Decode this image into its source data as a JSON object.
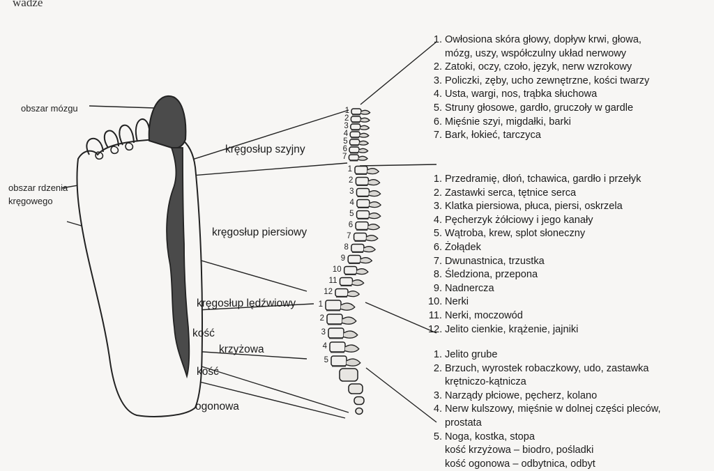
{
  "top_fragment": "wadze",
  "foot_labels": {
    "brain_area": "obszar mózgu",
    "spinal_cord_area_line1": "obszar rdzenia",
    "spinal_cord_area_line2": "kręgowego",
    "cervical_spine": "kręgosłup szyjny",
    "thoracic_spine": "kręgosłup piersiowy",
    "lumbar_spine": "kręgosłup lędźwiowy",
    "sacrum_line1": "kość",
    "sacrum_line2": "krzyżowa",
    "coccyx_line1": "kość",
    "coccyx_line2": "ogonowa"
  },
  "vertebra_numbers": {
    "cervical": [
      "1",
      "2",
      "3",
      "4",
      "5",
      "6",
      "7"
    ],
    "thoracic": [
      "1",
      "2",
      "3",
      "4",
      "5",
      "6",
      "7",
      "8",
      "9",
      "10",
      "11",
      "12"
    ],
    "lumbar": [
      "1",
      "2",
      "3",
      "4",
      "5"
    ]
  },
  "cervical_list": [
    {
      "num": "1.",
      "text": "Owłosiona skóra głowy, dopływ krwi, głowa,"
    },
    {
      "num": "",
      "text": "mózg, uszy, współczulny układ nerwowy"
    },
    {
      "num": "2.",
      "text": "Zatoki, oczy, czoło, język, nerw wzrokowy"
    },
    {
      "num": "3.",
      "text": "Policzki, zęby, ucho zewnętrzne, kości twarzy"
    },
    {
      "num": "4.",
      "text": "Usta, wargi, nos, trąbka słuchowa"
    },
    {
      "num": "5.",
      "text": "Struny głosowe, gardło, gruczoły w gardle"
    },
    {
      "num": "6.",
      "text": "Mięśnie szyi, migdałki, barki"
    },
    {
      "num": "7.",
      "text": "Bark, łokieć, tarczyca"
    }
  ],
  "thoracic_list": [
    {
      "num": "1.",
      "text": "Przedramię, dłoń, tchawica, gardło i przełyk"
    },
    {
      "num": "2.",
      "text": "Zastawki serca, tętnice serca"
    },
    {
      "num": "3.",
      "text": "Klatka piersiowa, płuca, piersi, oskrzela"
    },
    {
      "num": "4.",
      "text": "Pęcherzyk żółciowy i jego kanały"
    },
    {
      "num": "5.",
      "text": "Wątroba, krew, splot słoneczny"
    },
    {
      "num": "6.",
      "text": "Żołądek"
    },
    {
      "num": "7.",
      "text": "Dwunastnica, trzustka"
    },
    {
      "num": "8.",
      "text": "Śledziona, przepona"
    },
    {
      "num": "9.",
      "text": "Nadnercza"
    },
    {
      "num": "10.",
      "text": "Nerki"
    },
    {
      "num": "11.",
      "text": "Nerki, moczowód"
    },
    {
      "num": "12.",
      "text": "Jelito cienkie, krążenie, jajniki"
    }
  ],
  "lumbar_list": [
    {
      "num": "1.",
      "text": "Jelito grube"
    },
    {
      "num": "2.",
      "text": "Brzuch, wyrostek robaczkowy, udo, zastawka"
    },
    {
      "num": "",
      "text": "krętniczo-kątnicza"
    },
    {
      "num": "3.",
      "text": "Narządy płciowe, pęcherz, kolano"
    },
    {
      "num": "4.",
      "text": "Nerw kulszowy, mięśnie w dolnej części pleców,"
    },
    {
      "num": "",
      "text": "prostata"
    },
    {
      "num": "5.",
      "text": "Noga, kostka, stopa"
    },
    {
      "num": "",
      "text": "kość krzyżowa – biodro, pośladki"
    },
    {
      "num": "",
      "text": "kość ogonowa – odbytnica, odbyt"
    }
  ]
}
